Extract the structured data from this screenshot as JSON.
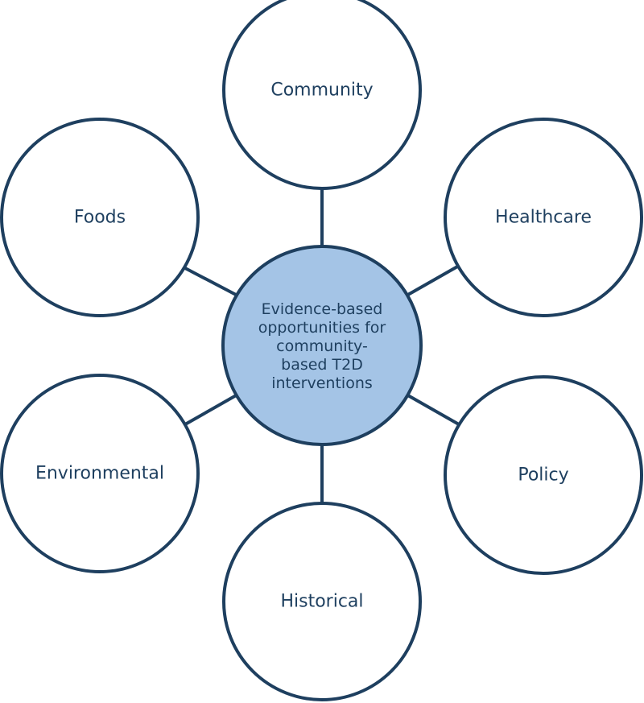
{
  "diagram": {
    "center": {
      "lines": [
        "Evidence-based",
        "opportunities for",
        "community-",
        "based T2D",
        "interventions"
      ]
    },
    "nodes": [
      {
        "id": "community",
        "label": "Community"
      },
      {
        "id": "healthcare",
        "label": "Healthcare"
      },
      {
        "id": "policy",
        "label": "Policy"
      },
      {
        "id": "historical",
        "label": "Historical"
      },
      {
        "id": "environmental",
        "label": "Environmental"
      },
      {
        "id": "foods",
        "label": "Foods"
      }
    ],
    "colors": {
      "stroke": "#1e3f5f",
      "hub_fill": "#a4c4e6",
      "node_fill": "#ffffff"
    }
  }
}
